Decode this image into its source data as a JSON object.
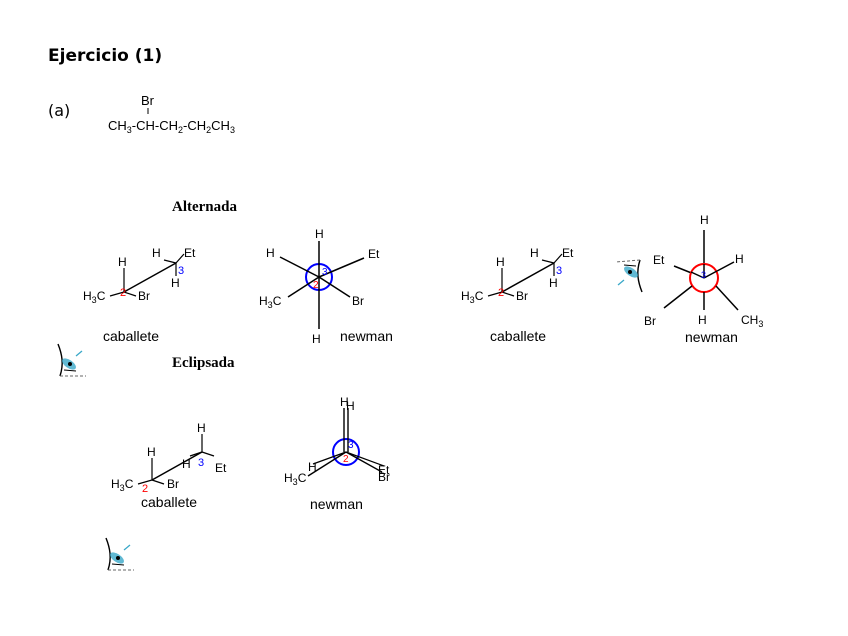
{
  "header": {
    "title": "Ejercicio (1)",
    "part": "(a)"
  },
  "formula": {
    "top": "Br",
    "main": [
      "CH",
      "3",
      "-CH-CH",
      "2",
      "-CH",
      "2",
      "CH",
      "3"
    ]
  },
  "sections": {
    "alternada": "Alternada",
    "eclipsada": "Eclipsada"
  },
  "labels": {
    "caballete": "caballete",
    "newman": "newman",
    "H": "H",
    "Br": "Br",
    "Et": "Et",
    "br_partial": "Br",
    "C": "C",
    "CH": "CH",
    "sub3": "3",
    "num2": "2",
    "num3": "3"
  },
  "colors": {
    "carbon2": "#ff0000",
    "carbon3": "#0000ff",
    "circle_blue": "#0000ff",
    "circle_red": "#ff0000",
    "eye_blue": "#3aa8c8"
  },
  "icons": [
    "eye-view-icon",
    "eye-view-icon",
    "eye-view-icon"
  ]
}
